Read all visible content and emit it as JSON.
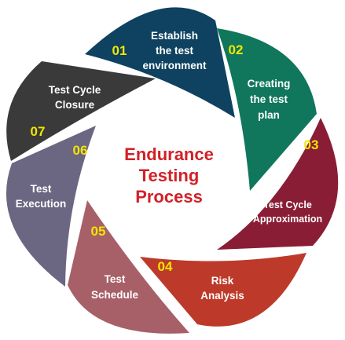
{
  "title": {
    "lines": [
      "Endurance",
      "Testing",
      "Process"
    ],
    "color": "#d32027"
  },
  "number_color": "#f2e600",
  "steps": [
    {
      "number": "01",
      "lines": [
        "Establish",
        "the test",
        "environment"
      ],
      "color": "#0e4260"
    },
    {
      "number": "02",
      "lines": [
        "Creating",
        "the test",
        "plan"
      ],
      "color": "#10775c"
    },
    {
      "number": "03",
      "lines": [
        "Test Cycle",
        "Approximation"
      ],
      "color": "#8a1d36"
    },
    {
      "number": "04",
      "lines": [
        "Risk",
        "Analysis"
      ],
      "color": "#bd3a2a"
    },
    {
      "number": "05",
      "lines": [
        "Test",
        "Schedule"
      ],
      "color": "#a86068"
    },
    {
      "number": "06",
      "lines": [
        "Test",
        "Execution"
      ],
      "color": "#6b6681"
    },
    {
      "number": "07",
      "lines": [
        "Test Cycle",
        "Closure"
      ],
      "color": "#3a3a3a"
    }
  ]
}
